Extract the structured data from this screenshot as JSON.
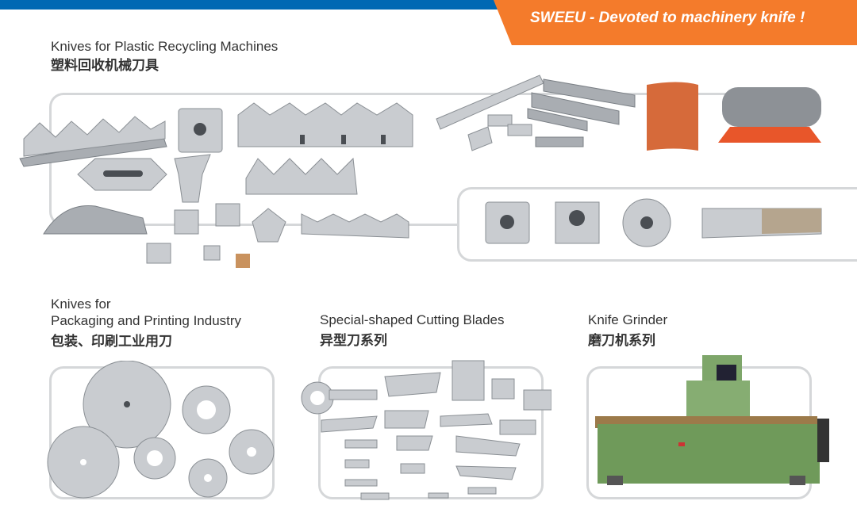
{
  "banner": {
    "slogan": "SWEEU - Devoted to machinery knife !"
  },
  "sections": [
    {
      "title_en": "Knives for Plastic Recycling Machines",
      "title_cn": "塑料回收机械刀具"
    },
    {
      "title_en_line1": "Knives for",
      "title_en_line2": "Packaging and Printing Industry",
      "title_cn": "包装、印刷工业用刀"
    },
    {
      "title_en": "Special-shaped Cutting Blades",
      "title_cn": "异型刀系列"
    },
    {
      "title_en": "Knife Grinder",
      "title_cn": "磨刀机系列"
    }
  ],
  "colors": {
    "blue": "#0068b3",
    "orange": "#f47b2b",
    "frame": "#d5d7d9",
    "grinder_green": "#6f9a5a"
  }
}
